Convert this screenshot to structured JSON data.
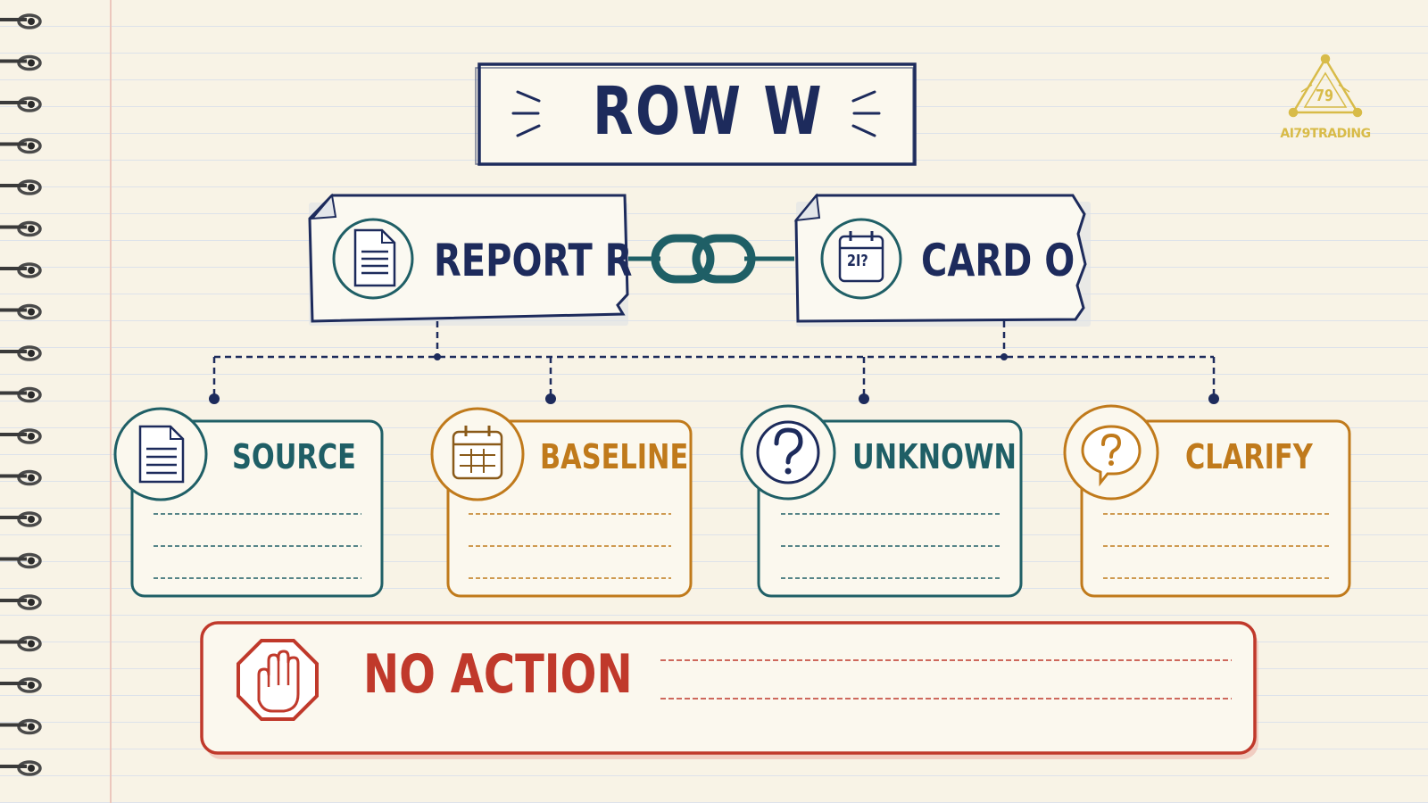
{
  "title": "ROW W",
  "top_nodes": {
    "report": {
      "label": "REPORT R",
      "icon": "document-icon"
    },
    "card": {
      "label": "CARD O",
      "icon": "calendar-icon",
      "icon_text": "2I?"
    },
    "link_icon": "chain-link-icon"
  },
  "cards": [
    {
      "label": "SOURCE",
      "icon": "document-icon",
      "color": "#1f5f66"
    },
    {
      "label": "BASELINE",
      "icon": "calendar-icon",
      "color": "#c07a1b"
    },
    {
      "label": "UNKNOWN",
      "icon": "question-mark-icon",
      "color": "#1f5f66"
    },
    {
      "label": "CLARIFY",
      "icon": "question-speech-bubble-icon",
      "color": "#c07a1b"
    }
  ],
  "no_action": {
    "label": "NO ACTION",
    "icon": "stop-hand-icon",
    "color": "#c0392b"
  },
  "logo": {
    "text": "AI79TRADING",
    "badge_number": "79",
    "color": "#d8bb48"
  },
  "colors": {
    "navy": "#1d2b5c",
    "teal": "#1f5f66",
    "orange": "#c07a1b",
    "red": "#c0392b",
    "paper": "#f8f3e6"
  }
}
